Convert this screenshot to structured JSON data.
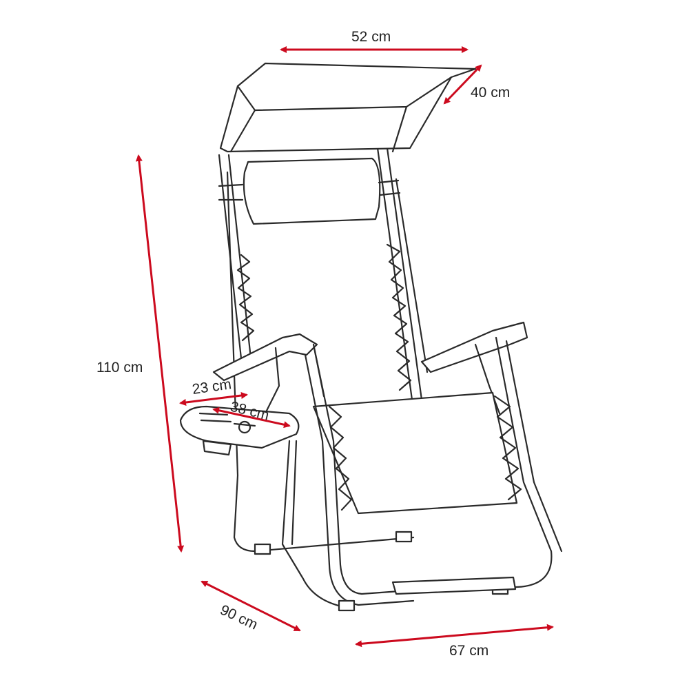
{
  "title": "Zero gravity chair with canopy and side table - dimensions",
  "accent_color": "#cc0a1e",
  "dimensions": {
    "canopy_width": "52 cm",
    "canopy_depth": "40 cm",
    "height": "110 cm",
    "table_width": "23 cm",
    "table_depth": "38 cm",
    "depth": "90 cm",
    "width": "67 cm"
  }
}
